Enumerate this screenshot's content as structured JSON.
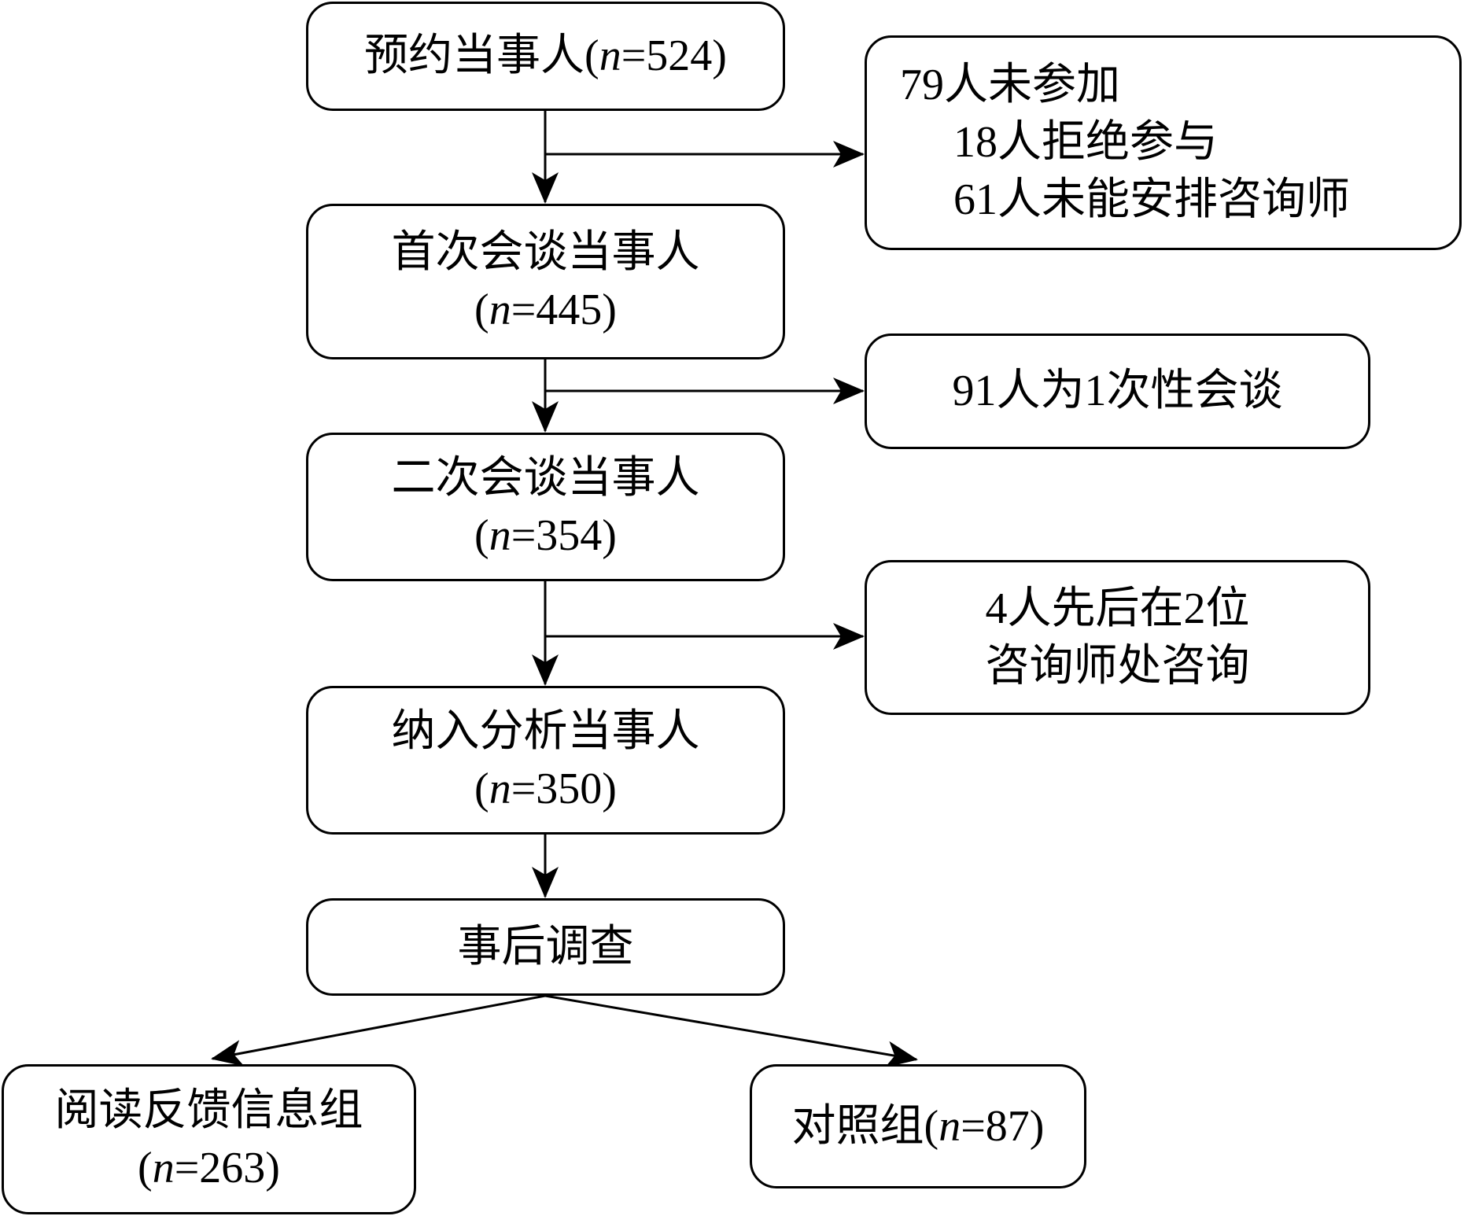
{
  "diagram": {
    "type": "flowchart",
    "main_flow": [
      {
        "id": "booked",
        "lines": [
          {
            "pre": "预约当事人(",
            "var": "n",
            "post": "=524)"
          }
        ],
        "count": 524
      },
      {
        "id": "first-session",
        "lines": [
          {
            "text": "首次会谈当事人"
          },
          {
            "pre": "(",
            "var": "n",
            "post": "=445)"
          }
        ],
        "count": 445
      },
      {
        "id": "second-session",
        "lines": [
          {
            "text": "二次会谈当事人"
          },
          {
            "pre": "(",
            "var": "n",
            "post": "=354)"
          }
        ],
        "count": 354
      },
      {
        "id": "included",
        "lines": [
          {
            "text": "纳入分析当事人"
          },
          {
            "pre": "(",
            "var": "n",
            "post": "=350)"
          }
        ],
        "count": 350
      },
      {
        "id": "survey",
        "lines": [
          {
            "text": "事后调查"
          }
        ]
      }
    ],
    "exclusions": [
      {
        "id": "not-attended",
        "lines": [
          "79人未参加",
          "18人拒绝参与",
          "61人未能安排咨询师"
        ]
      },
      {
        "id": "single-session",
        "lines": [
          "91人为1次性会谈"
        ]
      },
      {
        "id": "two-counselors",
        "lines": [
          "4人先后在2位",
          "咨询师处咨询"
        ]
      }
    ],
    "groups": [
      {
        "id": "feedback-group",
        "lines": [
          {
            "text": "阅读反馈信息组"
          },
          {
            "pre": "(",
            "var": "n",
            "post": "=263)"
          }
        ],
        "count": 263
      },
      {
        "id": "control-group",
        "lines": [
          {
            "pre": "对照组(",
            "var": "n",
            "post": "=87)"
          }
        ],
        "count": 87
      }
    ],
    "colors": {
      "stroke": "#000000",
      "background": "#ffffff"
    }
  }
}
